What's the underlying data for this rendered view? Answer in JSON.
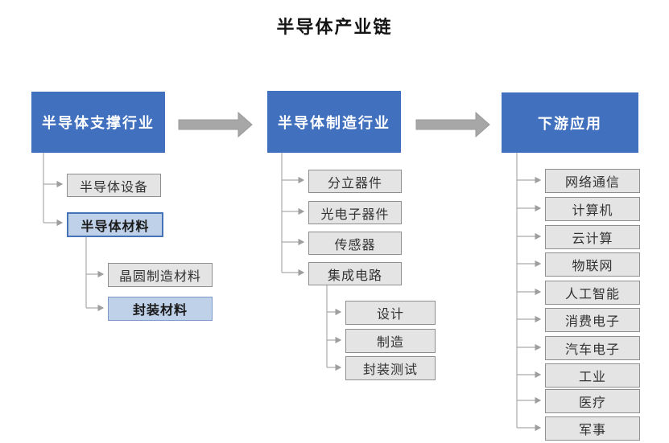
{
  "title": "半导体产业链",
  "colors": {
    "header_bg": "#4170bf",
    "header_text": "#ffffff",
    "light_blue_bg": "#bed1e9",
    "light_blue_border": "#4473b8",
    "gray_bg": "#e4e4e4",
    "gray_border": "#8f8f8f",
    "connector": "#a5a5a5",
    "flow_arrow": "#a5a5a5"
  },
  "columns": [
    {
      "header": "半导体支撑行业",
      "items": [
        {
          "label": "半导体设备"
        },
        {
          "label": "半导体材料",
          "children": [
            {
              "label": "晶圆制造材料"
            },
            {
              "label": "封装材料"
            }
          ]
        }
      ]
    },
    {
      "header": "半导体制造行业",
      "items": [
        {
          "label": "分立器件"
        },
        {
          "label": "光电子器件"
        },
        {
          "label": "传感器"
        },
        {
          "label": "集成电路",
          "children": [
            {
              "label": "设计"
            },
            {
              "label": "制造"
            },
            {
              "label": "封装测试"
            }
          ]
        }
      ]
    },
    {
      "header": "下游应用",
      "items": [
        {
          "label": "网络通信"
        },
        {
          "label": "计算机"
        },
        {
          "label": "云计算"
        },
        {
          "label": "物联网"
        },
        {
          "label": "人工智能"
        },
        {
          "label": "消费电子"
        },
        {
          "label": "汽车电子"
        },
        {
          "label": "工业"
        },
        {
          "label": "医疗"
        },
        {
          "label": "军事"
        }
      ]
    }
  ]
}
